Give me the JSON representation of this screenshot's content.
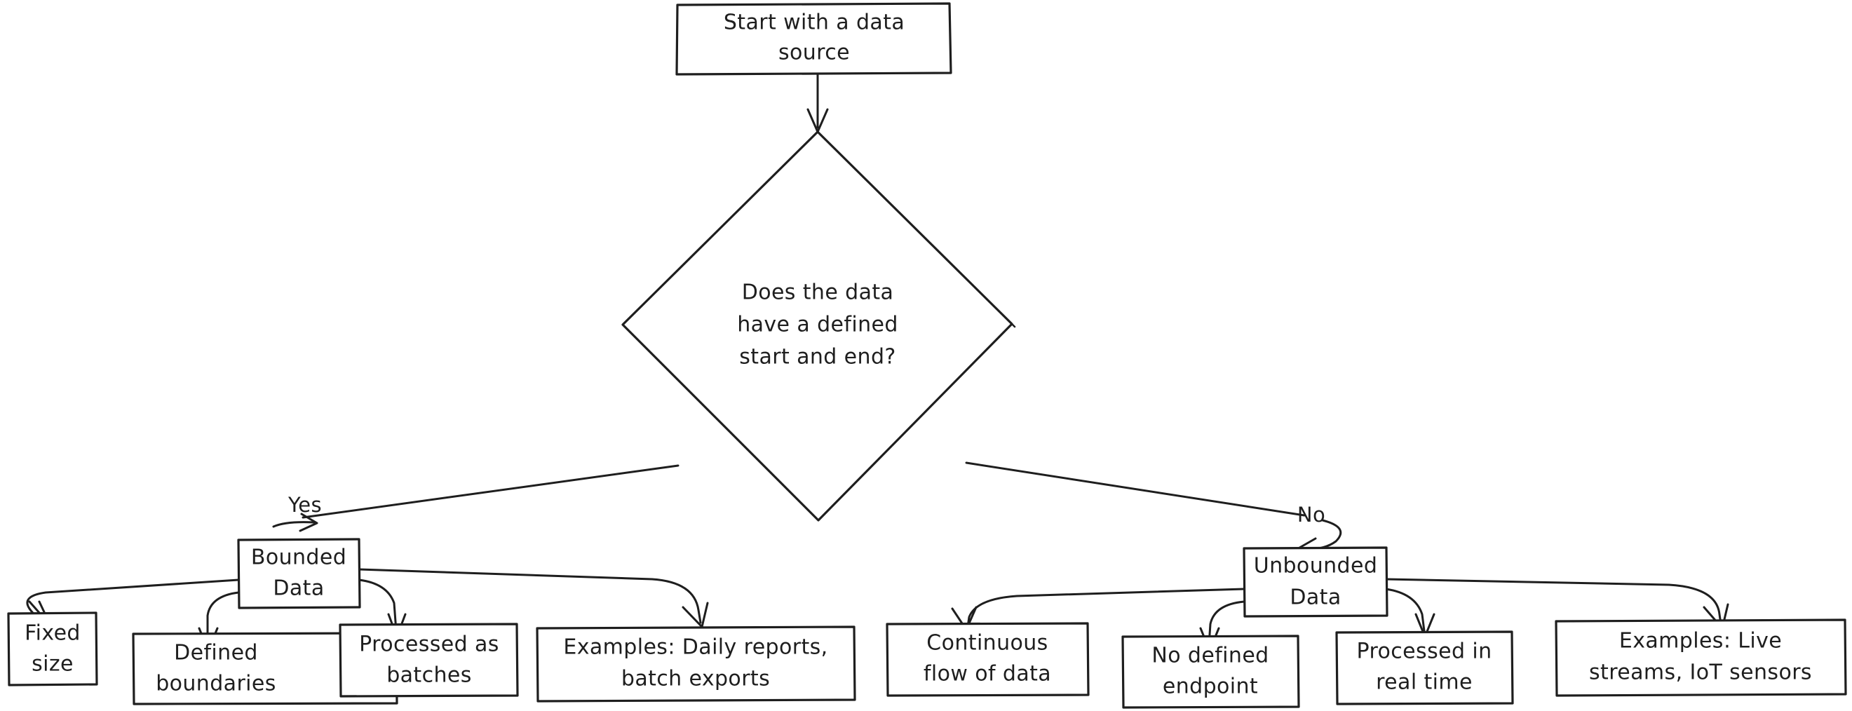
{
  "diagram": {
    "type": "flowchart",
    "title": "Bounded vs Unbounded Data decision flow",
    "style": "hand-drawn",
    "colors": {
      "background": "#ffffff",
      "stroke": "#1e1e1e",
      "fill": "#ffffff",
      "text": "#1e1e1e"
    },
    "nodes": [
      {
        "id": "start",
        "shape": "rect",
        "line1": "Start with a data",
        "line2": "source"
      },
      {
        "id": "decision",
        "shape": "diamond",
        "line1": "Does the data",
        "line2": "have a defined",
        "line3": "start and end?"
      },
      {
        "id": "bounded",
        "shape": "rect",
        "line1": "Bounded",
        "line2": "Data"
      },
      {
        "id": "unbounded",
        "shape": "rect",
        "line1": "Unbounded",
        "line2": "Data"
      },
      {
        "id": "fixed_size",
        "shape": "rect",
        "line1": "Fixed",
        "line2": "size"
      },
      {
        "id": "defined_bnd",
        "shape": "rect",
        "line1": "Defined",
        "line2": "boundaries"
      },
      {
        "id": "batches",
        "shape": "rect",
        "line1": "Processed as",
        "line2": "batches"
      },
      {
        "id": "ex_bounded",
        "shape": "rect",
        "line1": "Examples: Daily reports,",
        "line2": "batch exports"
      },
      {
        "id": "cont_flow",
        "shape": "rect",
        "line1": "Continuous",
        "line2": "flow of data"
      },
      {
        "id": "no_endpoint",
        "shape": "rect",
        "line1": "No defined",
        "line2": "endpoint"
      },
      {
        "id": "real_time",
        "shape": "rect",
        "line1": "Processed in",
        "line2": "real time"
      },
      {
        "id": "ex_unbounded",
        "shape": "rect",
        "line1": "Examples: Live",
        "line2": "streams, IoT sensors"
      }
    ],
    "edges": [
      {
        "id": "e_start_decision",
        "from": "start",
        "to": "decision",
        "label": ""
      },
      {
        "id": "e_decision_bounded",
        "from": "decision",
        "to": "bounded",
        "label": "Yes"
      },
      {
        "id": "e_decision_unbounded",
        "from": "decision",
        "to": "unbounded",
        "label": "No"
      },
      {
        "id": "e_bounded_fixed",
        "from": "bounded",
        "to": "fixed_size",
        "label": ""
      },
      {
        "id": "e_bounded_defined",
        "from": "bounded",
        "to": "defined_bnd",
        "label": ""
      },
      {
        "id": "e_bounded_batches",
        "from": "bounded",
        "to": "batches",
        "label": ""
      },
      {
        "id": "e_bounded_examples",
        "from": "bounded",
        "to": "ex_bounded",
        "label": ""
      },
      {
        "id": "e_unbounded_cont",
        "from": "unbounded",
        "to": "cont_flow",
        "label": ""
      },
      {
        "id": "e_unbounded_noend",
        "from": "unbounded",
        "to": "no_endpoint",
        "label": ""
      },
      {
        "id": "e_unbounded_rt",
        "from": "unbounded",
        "to": "real_time",
        "label": ""
      },
      {
        "id": "e_unbounded_ex",
        "from": "unbounded",
        "to": "ex_unbounded",
        "label": ""
      }
    ],
    "edge_labels": {
      "yes": "Yes",
      "no": "No"
    }
  }
}
